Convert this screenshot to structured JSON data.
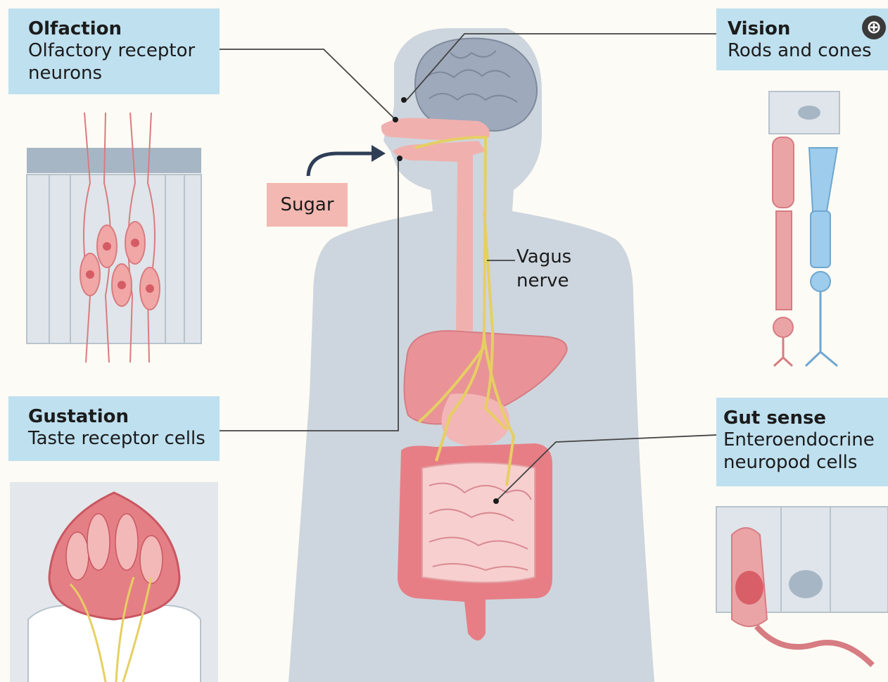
{
  "labels": {
    "olfaction": {
      "title": "Olfaction",
      "subtitle_lines": [
        "Olfactory receptor",
        "neurons"
      ]
    },
    "vision": {
      "title": "Vision",
      "subtitle_lines": [
        "Rods and cones"
      ]
    },
    "gustation": {
      "title": "Gustation",
      "subtitle_lines": [
        "Taste receptor cells"
      ]
    },
    "gut_sense": {
      "title": "Gut sense",
      "subtitle_lines": [
        "Enteroendocrine",
        "neuropod cells"
      ]
    }
  },
  "sugar_label": "Sugar",
  "vagus_label_lines": [
    "Vagus",
    "nerve"
  ],
  "zoom_icon": "zoom-in-icon",
  "colors": {
    "label_bg": "#bfe0ef",
    "body": "#c9d3db",
    "organ_pink": "#eaa0a2",
    "organ_red": "#e06f77",
    "nerve": "#e8d36a",
    "brain": "#9aa6b8",
    "rod": "#e9a2a6",
    "cone": "#8fc3e6",
    "sugar_bg": "#f3b8b1"
  }
}
